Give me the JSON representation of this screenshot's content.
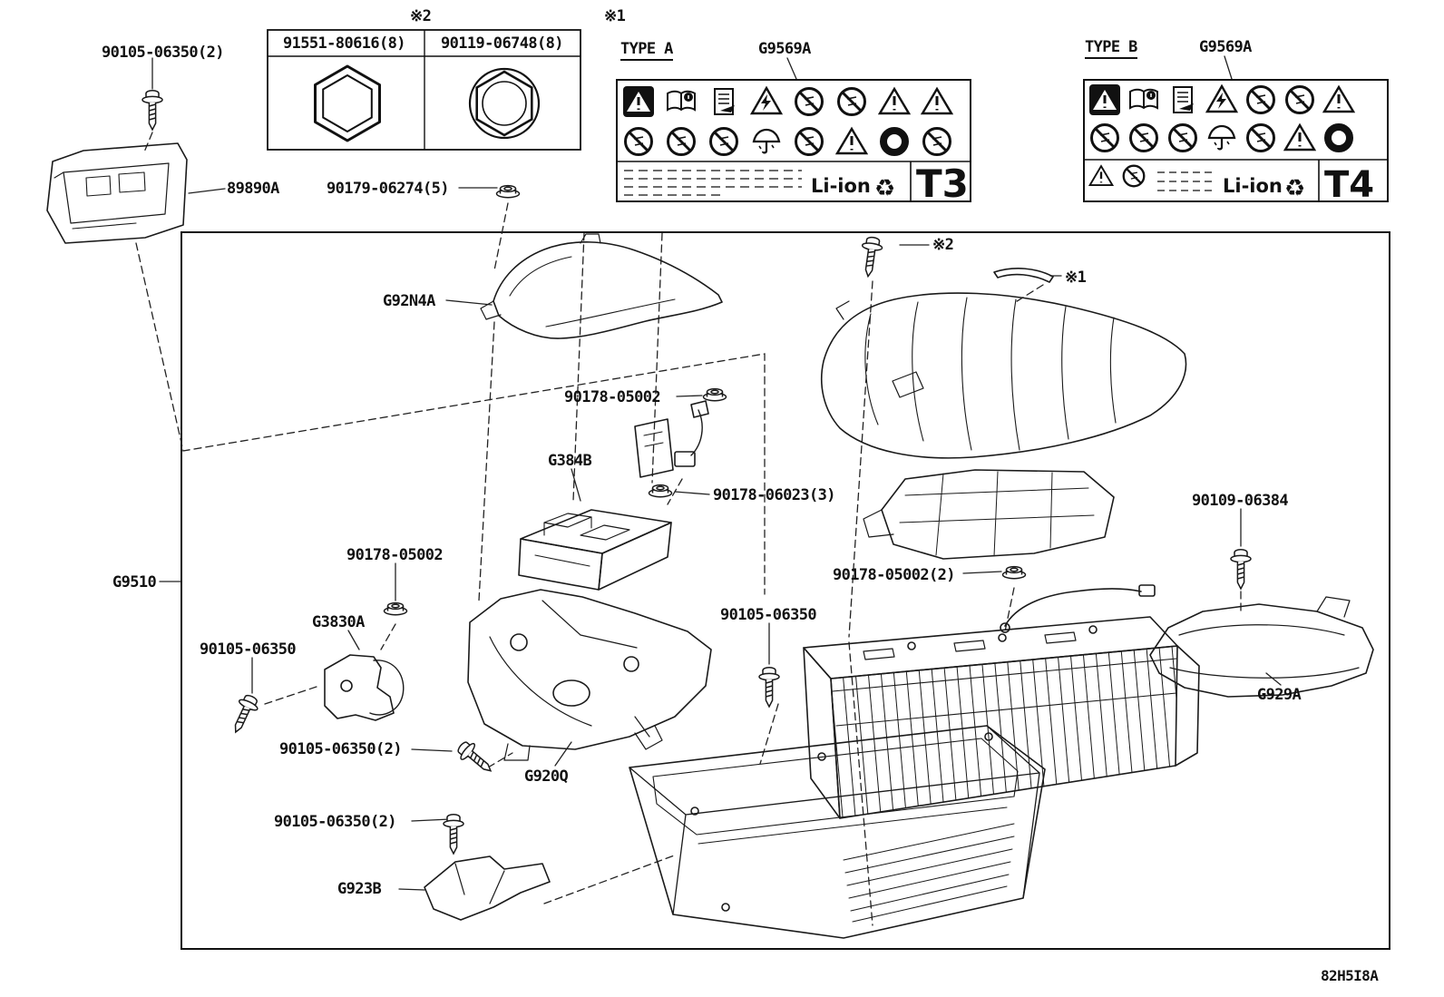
{
  "diagram_code": "82H5I8A",
  "notes": {
    "ref1": "※1",
    "ref2": "※2"
  },
  "fastener_table": {
    "left_part": "91551-80616(8)",
    "right_part": "90119-06748(8)"
  },
  "caution_labels": {
    "recycle_icon": "♻",
    "type_a": {
      "title": "TYPE A",
      "part": "G9569A",
      "battery_type": "Li-ion",
      "code": "T3"
    },
    "type_b": {
      "title": "TYPE B",
      "part": "G9569A",
      "battery_type": "Li-ion",
      "code": "T4"
    },
    "icon_names": [
      "general-warning",
      "read-manual",
      "follow-instructions",
      "electric-shock-hazard",
      "no-touching",
      "no-disassembly",
      "no-open-flame",
      "crush-hazard",
      "keep-dry-umbrella",
      "no-short-circuit",
      "no-water",
      "no-fire",
      "ring-hazard",
      "recycle-li-ion"
    ]
  },
  "parts": {
    "battery_ecu": "89890A",
    "hv_battery_assembly": "G9510",
    "upper_cover": "G92N4A",
    "junction_block": "G384B",
    "carrier": "G920Q",
    "bracket_side": "G3830A",
    "bracket_lower": "G923B",
    "side_cover": "G929A"
  },
  "fasteners": {
    "screw_ecu": "90105-06350(2)",
    "nut_cover": "90179-06274(5)",
    "nut_sensor": "90178-05002",
    "nut_junction": "90178-06023(3)",
    "nut_bracket": "90178-05002",
    "nut_module": "90178-05002(2)",
    "screw_side_cover": "90109-06384",
    "screw_bracket": "90105-06350",
    "screw_tray": "90105-06350",
    "screw_carrier": "90105-06350(2)",
    "screw_lower_bracket": "90105-06350(2)"
  }
}
